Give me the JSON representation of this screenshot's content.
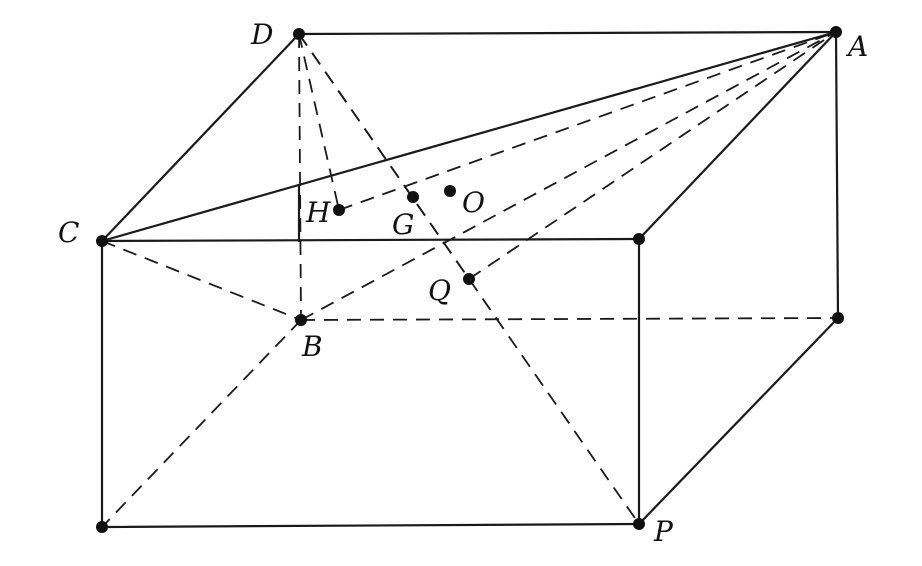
{
  "labels": {
    "A": "A",
    "B": "B",
    "C": "C",
    "D": "D",
    "H": "H",
    "G": "G",
    "O": "O",
    "Q": "Q",
    "P": "P"
  },
  "style": {
    "line_color": "#1a1a1a",
    "background": "#ffffff"
  }
}
